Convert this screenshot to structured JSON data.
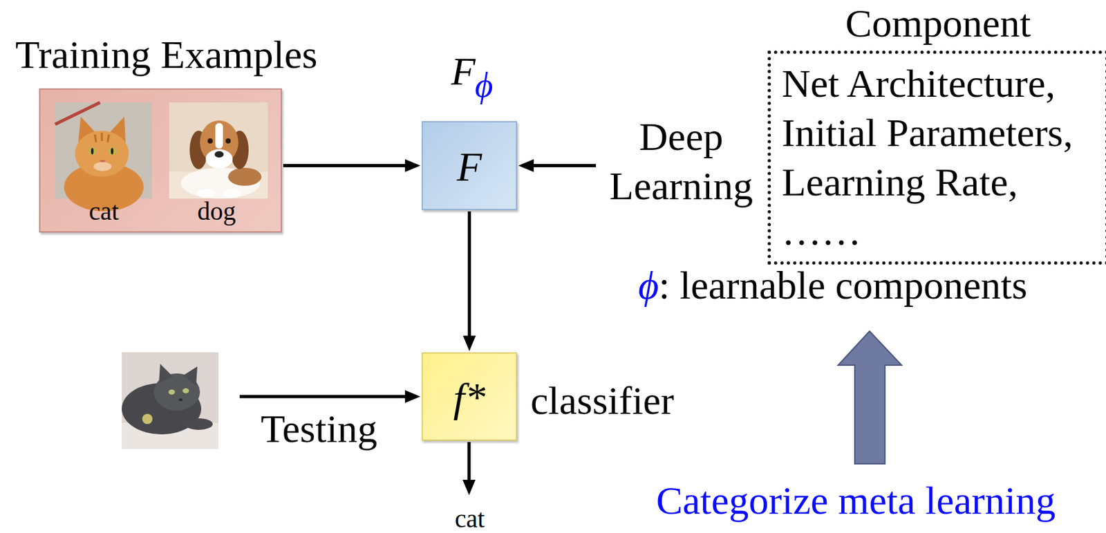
{
  "diagram": {
    "nodes": [
      {
        "text": [
          "Training Examples",
          "cat",
          "dog"
        ]
      },
      {
        "text": [
          "F"
        ]
      },
      {
        "text": [
          "Component",
          "Net Architecture,",
          "Initial Parameters,",
          "Learning Rate,",
          "……"
        ]
      },
      {
        "text": [
          "f*",
          "classifier"
        ]
      }
    ],
    "edges": [
      {
        "from": 0,
        "to": 1,
        "arrow": "to"
      },
      {
        "from": 2,
        "to": 1,
        "arrow": "to",
        "label": "Deep Learning"
      },
      {
        "from": 1,
        "to": 3,
        "arrow": "to"
      }
    ],
    "labels": [
      "F",
      "ϕ",
      "ϕ",
      ": learnable components",
      "Testing",
      "cat",
      "Categorize meta learning"
    ]
  }
}
